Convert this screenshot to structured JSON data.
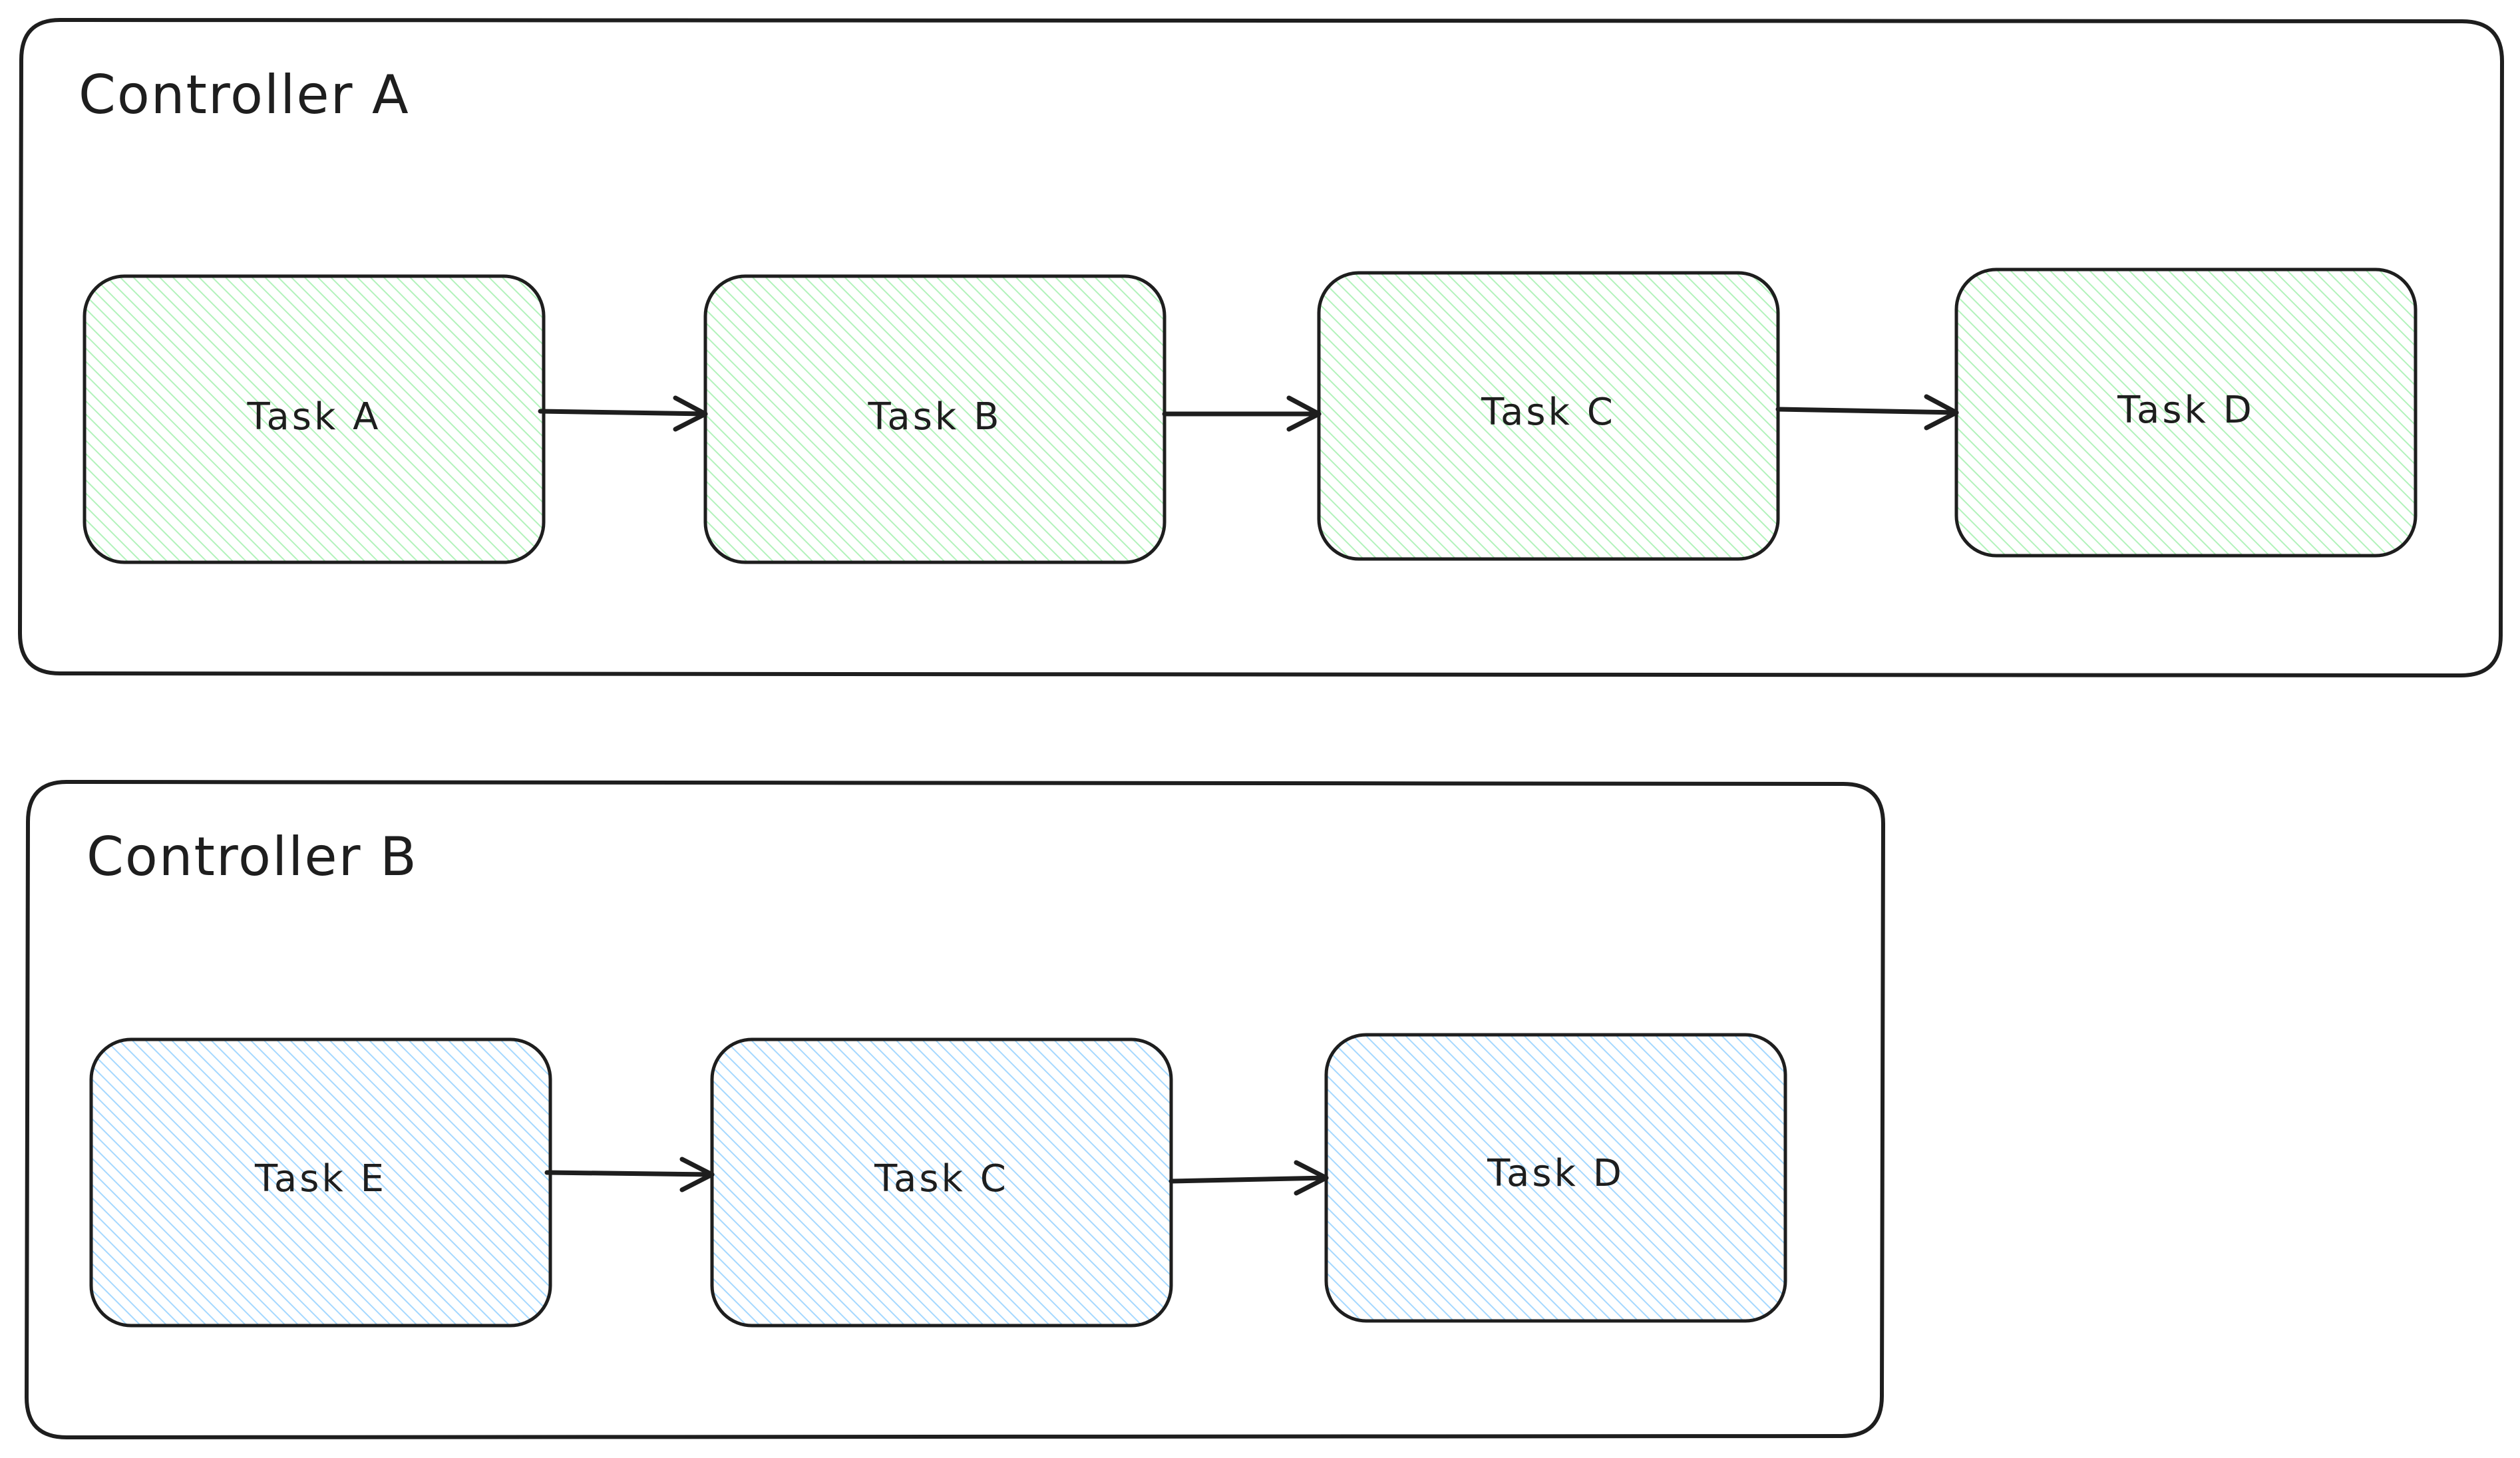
{
  "colors": {
    "stroke": "#1e1e1e",
    "green_fill": "#b2f2bb",
    "blue_fill": "#a5d8ff",
    "background": "#ffffff"
  },
  "controllers": [
    {
      "title": "Controller A",
      "tasks": [
        "Task A",
        "Task B",
        "Task C",
        "Task D"
      ],
      "fill": "green"
    },
    {
      "title": "Controller B",
      "tasks": [
        "Task E",
        "Task C",
        "Task D"
      ],
      "fill": "blue"
    }
  ]
}
